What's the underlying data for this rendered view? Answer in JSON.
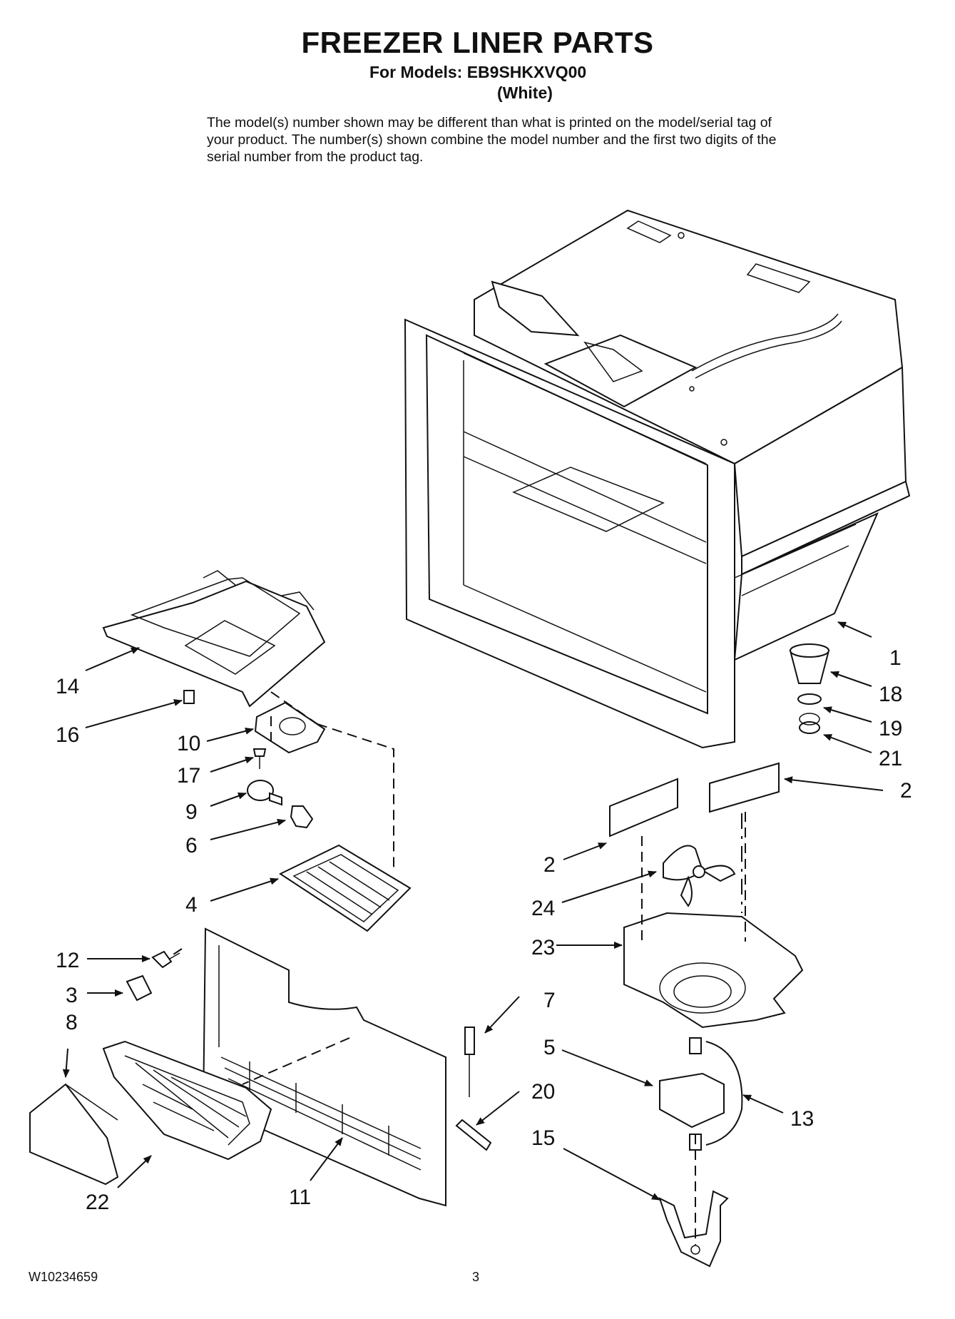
{
  "header": {
    "title": "FREEZER LINER PARTS",
    "models": "For Models: EB9SHKXVQ00",
    "color": "(White)",
    "intro": "The model(s) number shown may be different than what is printed on the model/serial tag of your product. The number(s) shown combine the model number and the first two digits of the serial number from the product tag."
  },
  "callouts": {
    "c1": "1",
    "c18": "18",
    "c19": "19",
    "c21": "21",
    "c2a": "2",
    "c2b": "2",
    "c24": "24",
    "c23": "23",
    "c7": "7",
    "c5": "5",
    "c20": "20",
    "c13": "13",
    "c15": "15",
    "c14": "14",
    "c16": "16",
    "c10": "10",
    "c17": "17",
    "c9": "9",
    "c6": "6",
    "c4": "4",
    "c12": "12",
    "c3": "3",
    "c8": "8",
    "c22": "22",
    "c11": "11"
  },
  "footer": {
    "doc_number": "W10234659",
    "page": "3"
  }
}
